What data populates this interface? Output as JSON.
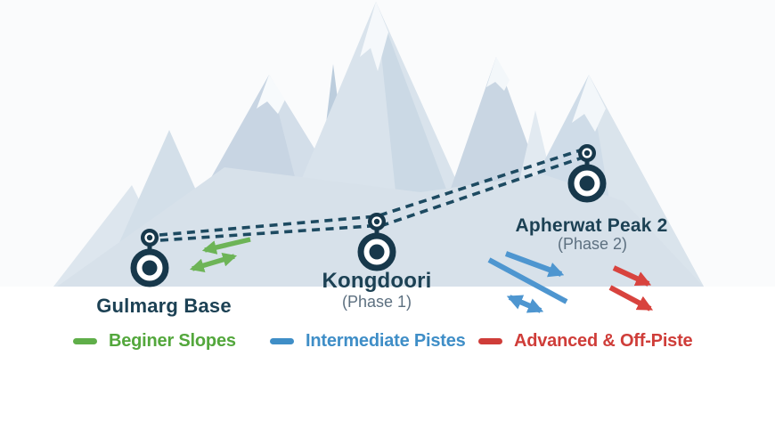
{
  "stations": [
    {
      "name": "Gulmarg Base"
    },
    {
      "name": "Kongdoori",
      "phase": "(Phase 1)"
    },
    {
      "name": "Apherwat Peak 2",
      "phase": "(Phase 2)"
    }
  ],
  "legend": {
    "items": [
      {
        "label": "Beginer Slopes",
        "color": "#5fae49"
      },
      {
        "label": "Intermediate Pistes",
        "color": "#3f8ec7"
      },
      {
        "label": "Advanced & Off-Piste",
        "color": "#cf3d39"
      }
    ]
  },
  "colors": {
    "cable_line": "#1d4a61",
    "station_marker": "#17384b",
    "station_label": "#1c4154",
    "phase_label": "#5d7080",
    "beginner_green": "#5fae49",
    "intermediate_blue": "#3f8ec7",
    "advanced_red": "#cf3d39"
  }
}
